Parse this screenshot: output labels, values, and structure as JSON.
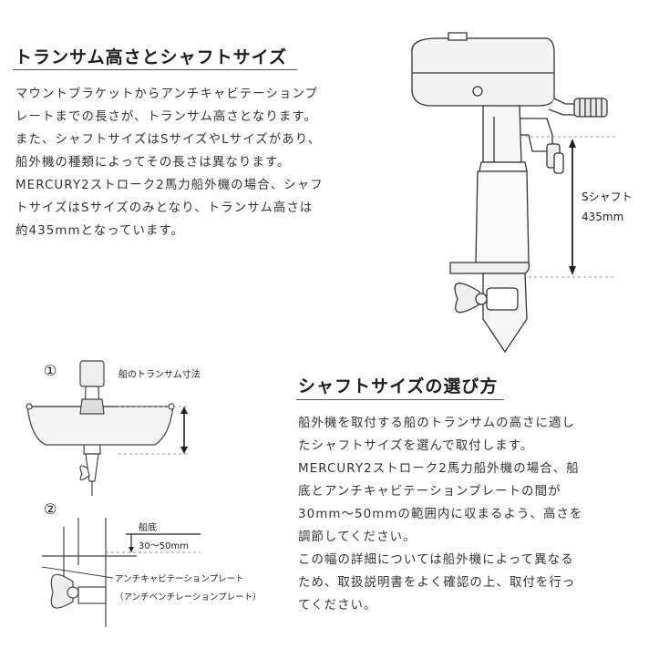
{
  "section1": {
    "heading": "トランサム高さとシャフトサイズ",
    "lines": [
      "マウントブラケットからアンチキャビテーションプ",
      "レートまでの長さが、トランサム高さとなります。",
      "また、シャフトサイズはSサイズやLサイズがあり、",
      "船外機の種類によってその長さは異なります。",
      "MERCURY2ストローク2馬力船外機の場合、シャフ",
      "トサイズはSサイズのみとなり、トランサム高さは",
      "約435mmとなっています。"
    ]
  },
  "motor_figure": {
    "label_shaft": "Sシャフト",
    "label_length": "435mm"
  },
  "boat_figure": {
    "marker1": "①",
    "marker2": "②",
    "label_transom": "船のトランサム寸法",
    "label_bottom": "船底",
    "label_range": "30〜50mm",
    "label_plate": "アンチキャビテーションプレート",
    "label_plate_alt": "（アンチベンチレーションプレート）"
  },
  "section2": {
    "heading": "シャフトサイズの選び方",
    "lines": [
      "船外機を取付する船のトランサムの高さに適し",
      "たシャフトサイズを選んで取付します。",
      "MERCURY2ストローク2馬力船外機の場合、船",
      "底とアンチキャビテーションプレートの間が",
      "30mm〜50mmの範囲内に収まるよう、高さを",
      "調節してください。",
      "この幅の詳細については船外機によって異なる",
      "ため、取扱説明書をよく確認の上、取付を行っ",
      "てください。"
    ]
  }
}
